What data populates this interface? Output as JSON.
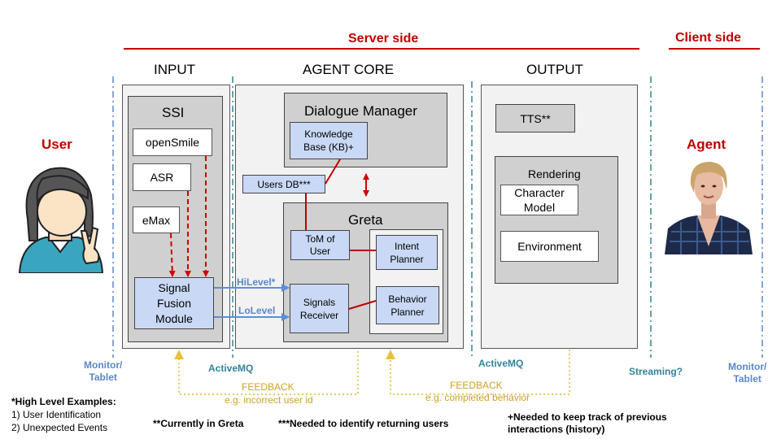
{
  "header": {
    "server_side": "Server side",
    "client_side": "Client side"
  },
  "sections": {
    "input": "INPUT",
    "agent_core": "AGENT CORE",
    "output": "OUTPUT"
  },
  "user": {
    "label": "User",
    "device": "Monitor/\nTablet"
  },
  "agent": {
    "label": "Agent",
    "device": "Monitor/\nTablet"
  },
  "input": {
    "ssi_title": "SSI",
    "opensmile": "openSmile",
    "asr": "ASR",
    "emax": "eMax",
    "signal_fusion": "Signal\nFusion\nModule"
  },
  "core": {
    "dialogue_manager": "Dialogue Manager",
    "knowledge_base": "Knowledge\nBase (KB)+",
    "users_db": "Users DB***",
    "greta": "Greta",
    "tom": "ToM of\nUser",
    "intent_planner": "Intent\nPlanner",
    "signals_receiver": "Signals\nReceiver",
    "behavior_planner": "Behavior\nPlanner"
  },
  "output": {
    "tts": "TTS**",
    "rendering": "Rendering",
    "character_model": "Character\nModel",
    "environment": "Environment"
  },
  "links": {
    "hilevel": "HiLevel*",
    "lolevel": "LoLevel",
    "activemq_1": "ActiveMQ",
    "activemq_2": "ActiveMQ",
    "streaming": "Streaming?"
  },
  "feedback": {
    "left_title": "FEEDBACK",
    "left_sub": "e.g. incorrect user id",
    "right_title": "FEEDBACK",
    "right_sub": "e.g. completed behavior"
  },
  "notes": {
    "high_level": "*High Level Examples:",
    "item_1": "1) User Identification",
    "item_2": "2) Unexpected Events",
    "currently": "**Currently in Greta",
    "returning": "***Needed to identify returning users",
    "history": "+Needed to keep track of previous\ninteractions (history)"
  },
  "colors": {
    "red": "#c00000",
    "arrow_red": "#d00000",
    "blue_arrow": "#5b8fd9",
    "blue_box": "#c9d9f5",
    "feedback_gold": "#e0b530",
    "dashed_blue": "#5b87c5",
    "dashed_teal": "#31849b"
  },
  "icons": {
    "user": "user-avatar-icon",
    "agent": "agent-portrait-icon"
  }
}
